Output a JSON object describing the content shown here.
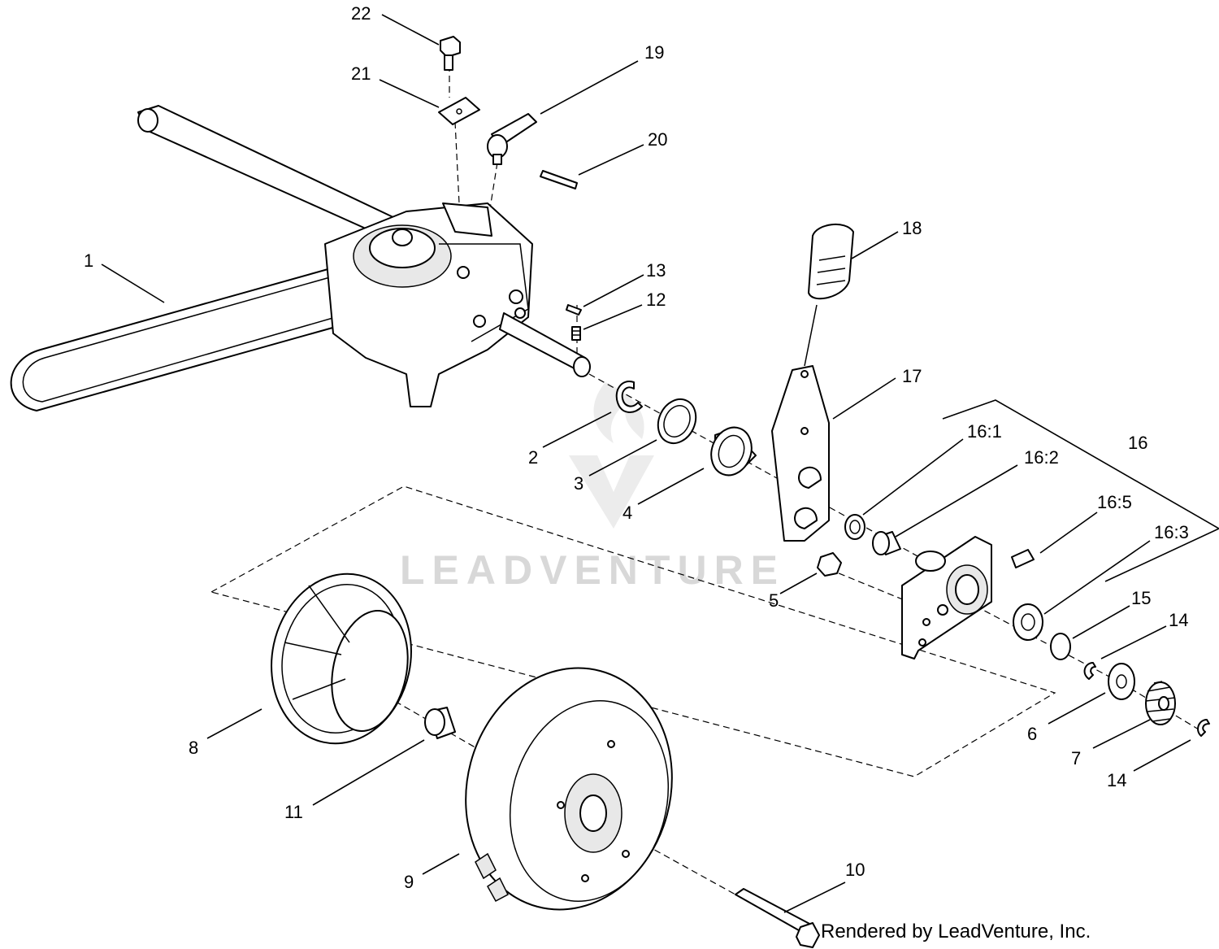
{
  "watermark": "LEADVENTURE",
  "footer": "Rendered by LeadVenture, Inc.",
  "callouts": {
    "c1": "1",
    "c2": "2",
    "c3": "3",
    "c4": "4",
    "c5": "5",
    "c6": "6",
    "c7": "7",
    "c8": "8",
    "c9": "9",
    "c10": "10",
    "c11": "11",
    "c12": "12",
    "c13": "13",
    "c14a": "14",
    "c14b": "14",
    "c15": "15",
    "c16": "16",
    "c16_1": "16:1",
    "c16_2": "16:2",
    "c16_3": "16:3",
    "c16_5": "16:5",
    "c17": "17",
    "c18": "18",
    "c19": "19",
    "c20": "20",
    "c21": "21",
    "c22": "22"
  }
}
